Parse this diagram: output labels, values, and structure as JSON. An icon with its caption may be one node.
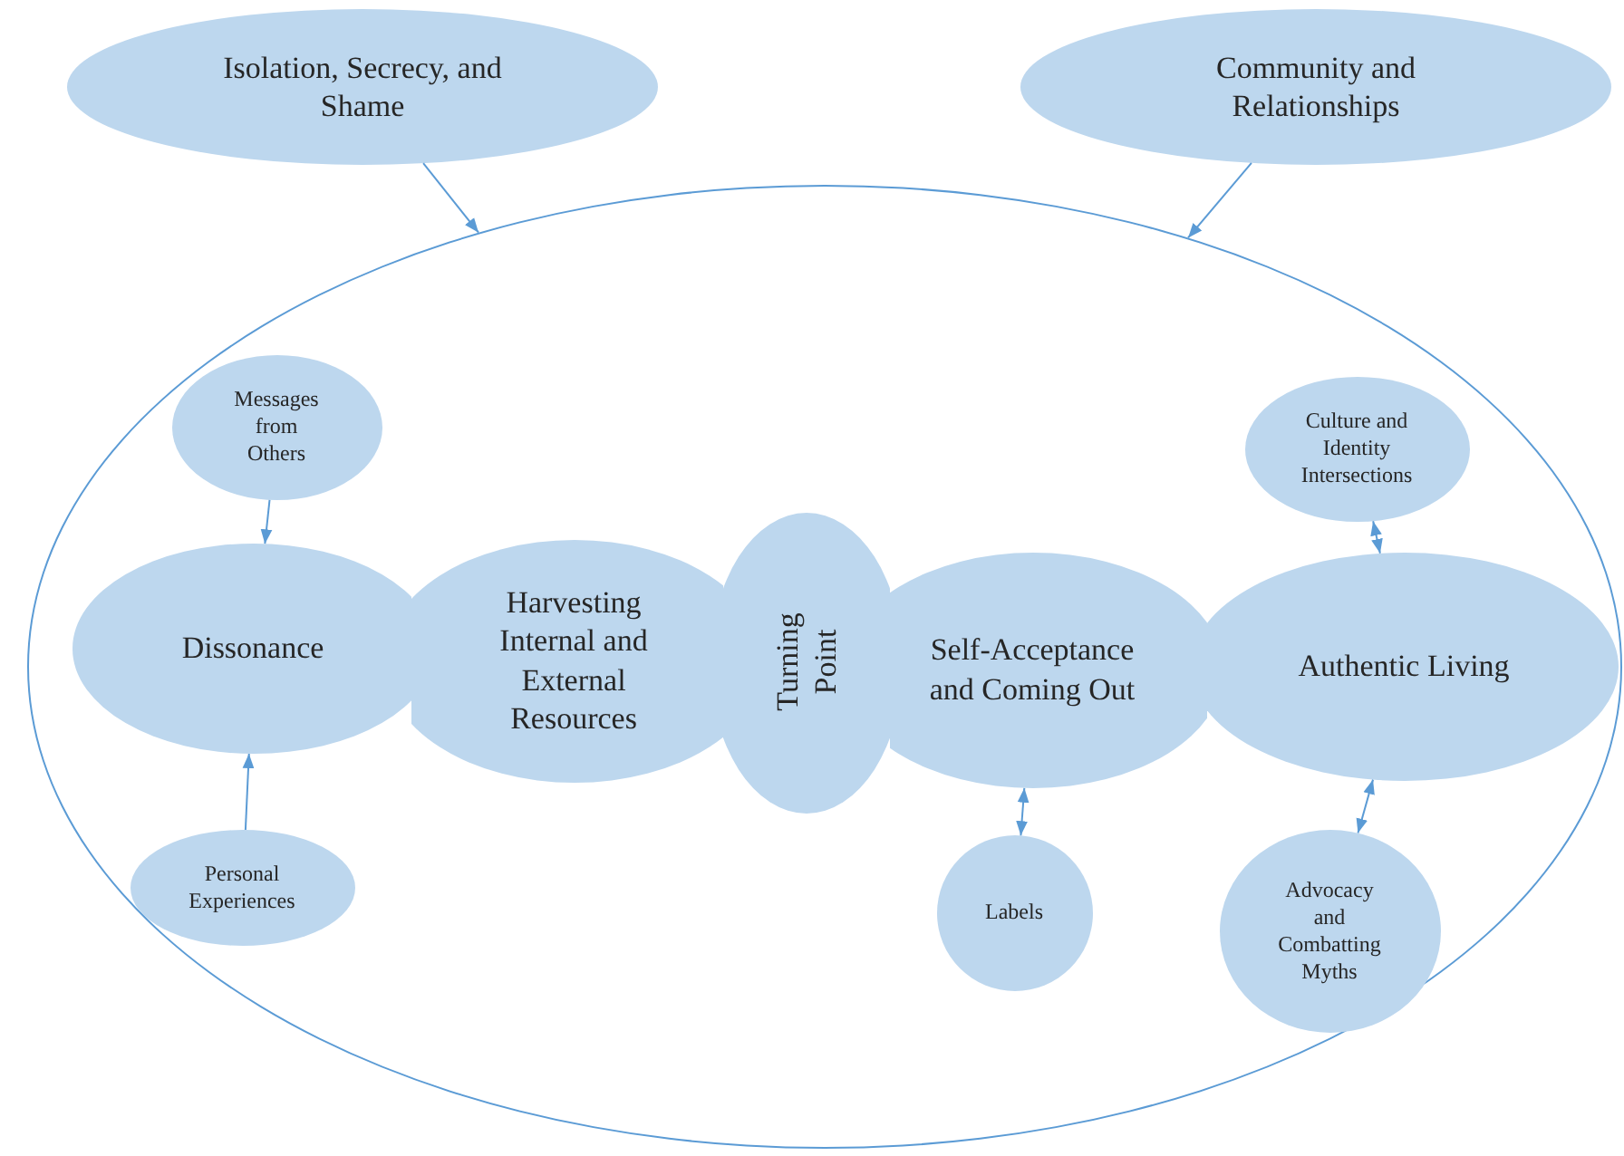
{
  "diagram": {
    "nodes": [
      {
        "text": [
          "Isolation, Secrecy, and Shame"
        ]
      },
      {
        "text": [
          "Community and Relationships"
        ]
      },
      {
        "text": [],
        "shape": "ellipse"
      },
      {
        "text": [
          "Messages from Others"
        ],
        "in": 2
      },
      {
        "text": [
          "Dissonance"
        ],
        "in": 2
      },
      {
        "text": [
          "Harvesting Internal and External Resources"
        ],
        "in": 2
      },
      {
        "text": [
          "Turning Point"
        ],
        "in": 2
      },
      {
        "text": [
          "Self-Acceptance and Coming Out"
        ],
        "in": 2
      },
      {
        "text": [
          "Authentic Living"
        ],
        "in": 2
      },
      {
        "text": [
          "Culture and Identity Intersections"
        ],
        "in": 2
      },
      {
        "text": [
          "Personal Experiences"
        ],
        "in": 2
      },
      {
        "text": [
          "Labels"
        ],
        "in": 2
      },
      {
        "text": [
          "Advocacy and Combatting Myths"
        ],
        "in": 2
      }
    ],
    "edges": [
      {
        "from": 0,
        "to": 2,
        "arrow": "to"
      },
      {
        "from": 1,
        "to": 2,
        "arrow": "to"
      },
      {
        "from": 3,
        "to": 4,
        "arrow": "to"
      },
      {
        "from": 10,
        "to": 4,
        "arrow": "to"
      },
      {
        "from": 9,
        "to": 8,
        "arrow": "both"
      },
      {
        "from": 11,
        "to": 7,
        "arrow": "both"
      },
      {
        "from": 12,
        "to": 8,
        "arrow": "both"
      }
    ]
  }
}
